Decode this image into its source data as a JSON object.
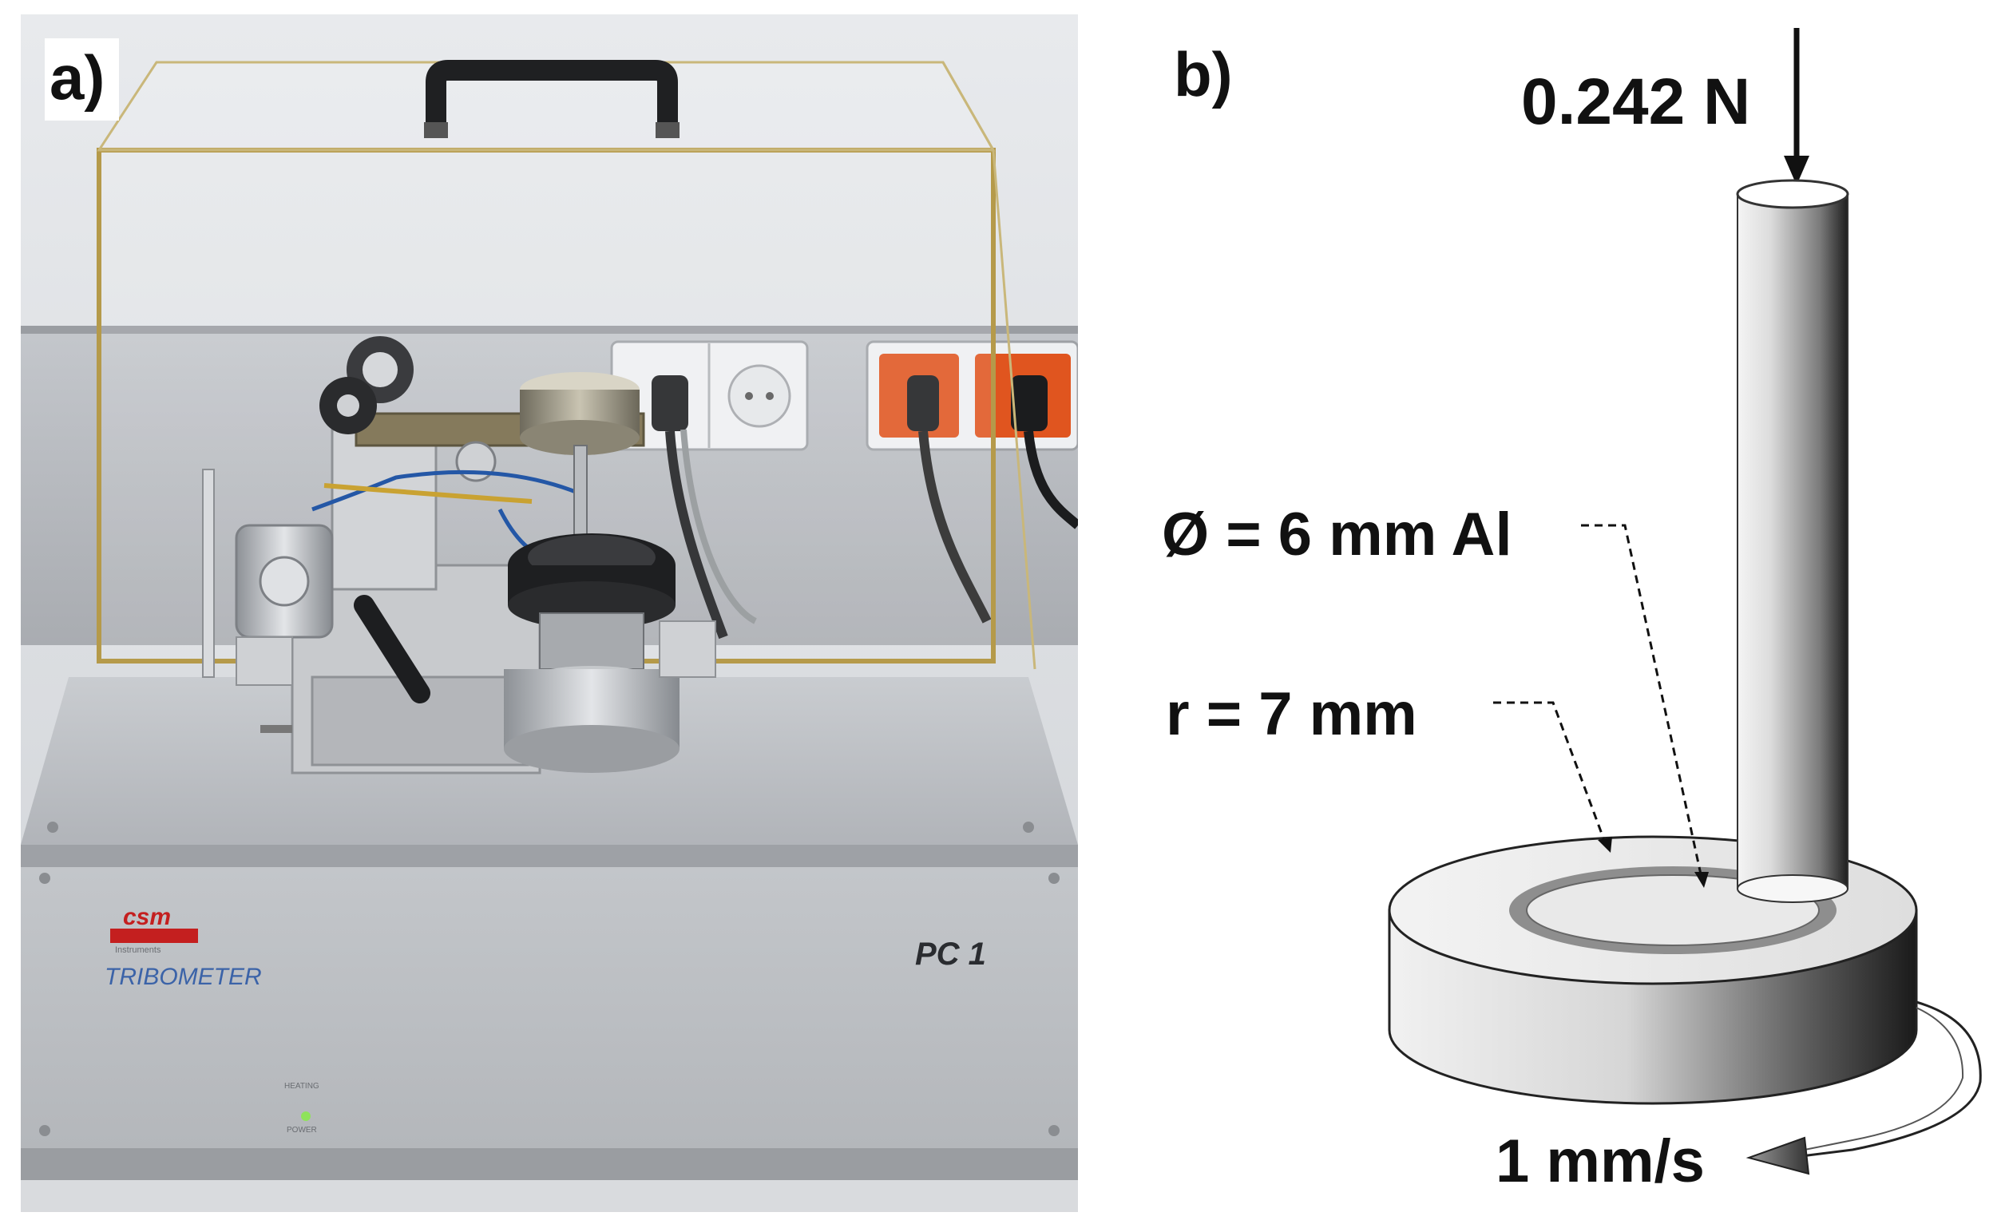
{
  "panel_a": {
    "label": "a)",
    "brand": "csm",
    "brand_sub": "Instruments",
    "product": "TRIBOMETER",
    "tag": "PC 1",
    "led_top": "HEATING",
    "led_bottom": "POWER"
  },
  "panel_b": {
    "label": "b)",
    "load": "0.242 N",
    "pin": "Ø = 6 mm Al",
    "radius": "r = 7 mm",
    "speed": "1 mm/s"
  },
  "colors": {
    "device_gray": "#b9bcc0",
    "wall_gray": "#dcdee2",
    "outlet_orange": "#e0551f",
    "frame_gold": "#b59a4a"
  }
}
